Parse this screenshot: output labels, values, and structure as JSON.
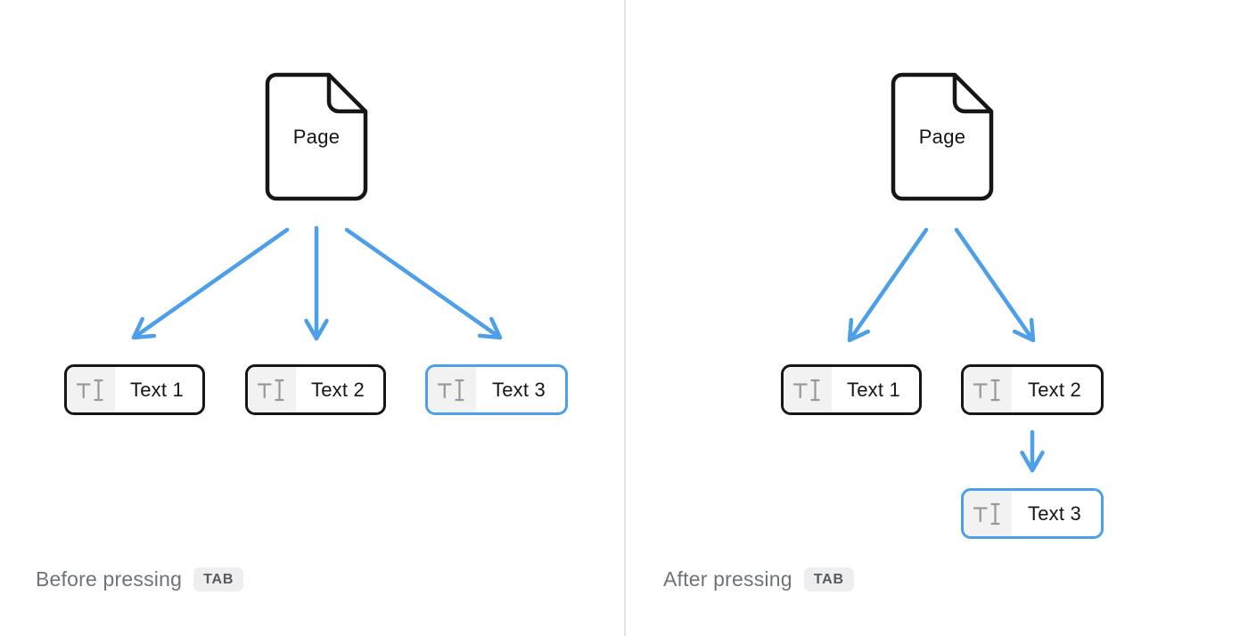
{
  "colors": {
    "accent": "#4c9fe8",
    "ink": "#141619",
    "muted": "#6e7379",
    "divider": "#e3e3e4",
    "key-bg": "#eeeef0",
    "key-text": "#565a60",
    "icon-bg": "#f2f2f3",
    "icon-fg": "#98989d"
  },
  "panels": [
    {
      "id": "before",
      "page_label": "Page",
      "blocks": [
        {
          "label": "Text 1",
          "selected": false
        },
        {
          "label": "Text 2",
          "selected": false
        },
        {
          "label": "Text 3",
          "selected": true
        }
      ],
      "edges": [
        [
          "Page",
          "Text 1"
        ],
        [
          "Page",
          "Text 2"
        ],
        [
          "Page",
          "Text 3"
        ]
      ],
      "caption": "Before pressing",
      "key_label": "TAB"
    },
    {
      "id": "after",
      "page_label": "Page",
      "blocks": [
        {
          "label": "Text 1",
          "selected": false
        },
        {
          "label": "Text 2",
          "selected": false
        },
        {
          "label": "Text 3",
          "selected": true
        }
      ],
      "edges": [
        [
          "Page",
          "Text 1"
        ],
        [
          "Page",
          "Text 2"
        ],
        [
          "Text 2",
          "Text 3"
        ]
      ],
      "caption": "After pressing",
      "key_label": "TAB"
    }
  ]
}
